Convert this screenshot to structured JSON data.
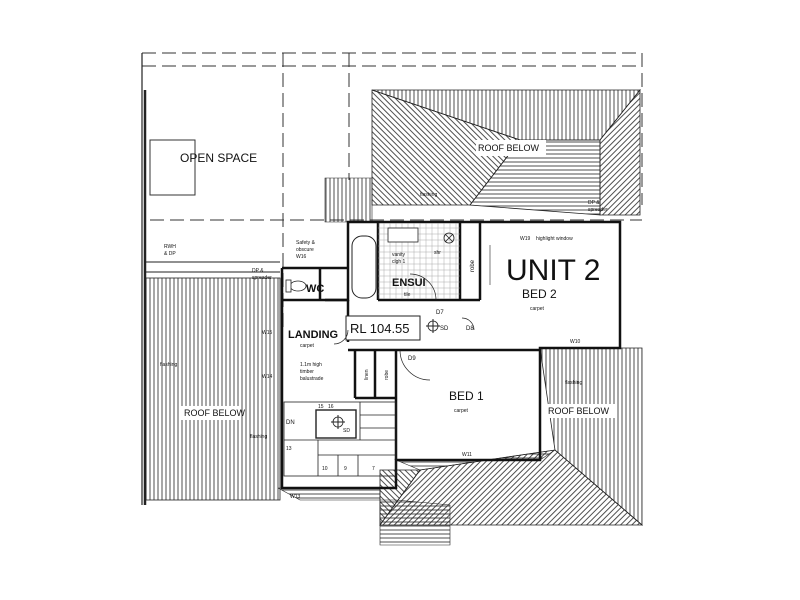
{
  "plan": {
    "unit_title": "UNIT 2",
    "open_space": "OPEN SPACE",
    "roof_below_top": "ROOF BELOW",
    "roof_below_left": "ROOF BELOW",
    "roof_below_right": "ROOF BELOW",
    "rl_label": "RL 104.55",
    "rooms": {
      "bed2": "BED 2",
      "bed2_finish": "carpet",
      "bed1": "BED 1",
      "bed1_finish": "carpet",
      "ensuite": "ENSUI",
      "ensuite_finish": "tile",
      "wc": "WC",
      "landing": "LANDING",
      "landing_finish": "carpet",
      "robe_bed2": "robe",
      "robe_bed1": "robe",
      "linen": "linen",
      "shower": "shr",
      "vanity": "vanity",
      "vanity_sub": "clgh 1"
    },
    "windows": {
      "w19": "W19",
      "w19_note": "highlight window",
      "w10": "W10",
      "w11": "W11",
      "w15": "W15",
      "w14": "W14",
      "w13": "W13"
    },
    "doors": {
      "d7": "D7",
      "d8": "D8",
      "d9": "D9"
    },
    "notes": {
      "sd_main": "SD",
      "sd_stair": "SD",
      "balustrade_1": "1.1m high",
      "balustrade_2": "timber",
      "balustrade_3": "balustrade",
      "dn": "DN",
      "rwh": "RWH",
      "dp_left": "& DP",
      "dp_wc": "DP &",
      "dp_wc2": "spreader",
      "safety_1": "Safety &",
      "safety_2": "obscure",
      "safety_3": "W16",
      "flashing_1": "flashing",
      "flashing_2": "flashing",
      "flashing_3": "flashing",
      "flashing_4": "flashing",
      "dp_right": "DP &",
      "dp_right2": "spreader"
    },
    "stair_numbers": [
      "15",
      "16",
      "13",
      "10",
      "9",
      "7"
    ]
  }
}
